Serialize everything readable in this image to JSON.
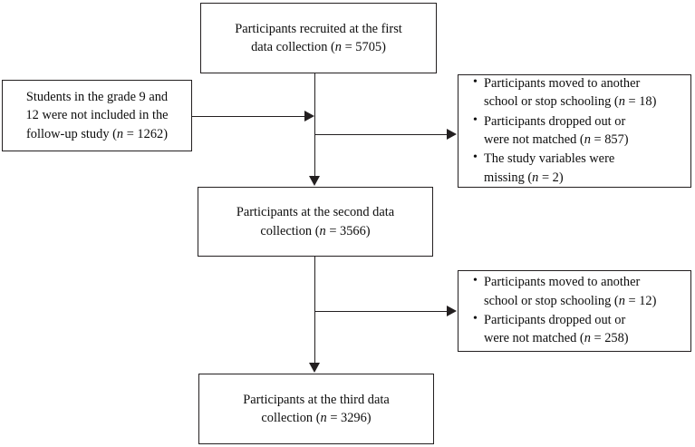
{
  "diagram": {
    "type": "participant-flow-chart",
    "background_color": "#ffffff",
    "line_color": "#231f20",
    "nodes": {
      "recruited": {
        "id": "recruited",
        "text": "Participants recruited at the first\ndata collection (n = 5705)",
        "line1": "Participants recruited at the first",
        "line2_pre": "data collection (",
        "line2_n": "n",
        "line2_post": " = 5705)"
      },
      "excluded_grade": {
        "id": "excluded-grade",
        "text": "Students in the grade 9 and\n12 were not included in the\nfollow-up study (n = 1262)",
        "line1": "Students in the grade 9 and",
        "line2": "12 were not included in the",
        "line3_pre": "follow-up study (",
        "line3_n": "n",
        "line3_post": " = 1262)"
      },
      "losses_first": {
        "id": "losses-first",
        "items": [
          {
            "text_pre": "Participants moved to another\nschool or stop schooling (",
            "n": "n",
            "text_post": " = 18)"
          },
          {
            "text_pre": "Participants dropped out or\nwere not matched (",
            "n": "n",
            "text_post": " = 857)"
          },
          {
            "text_pre": "The study variables were\nmissing (",
            "n": "n",
            "text_post": " = 2)"
          }
        ]
      },
      "second_collection": {
        "id": "second-collection",
        "text": "Participants at the second data\ncollection (n = 3566)",
        "line1": "Participants at the second data",
        "line2_pre": "collection (",
        "line2_n": "n",
        "line2_post": " = 3566)"
      },
      "losses_second": {
        "id": "losses-second",
        "items": [
          {
            "text_pre": "Participants moved to another\nschool or stop schooling (",
            "n": "n",
            "text_post": " = 12)"
          },
          {
            "text_pre": "Participants dropped out or\nwere not matched (",
            "n": "n",
            "text_post": " = 258)"
          }
        ]
      },
      "third_collection": {
        "id": "third-collection",
        "text": "Participants at the third data\ncollection (n = 3296)",
        "line1": "Participants at the third data",
        "line2_pre": "collection (",
        "line2_n": "n",
        "line2_post": " = 3296)"
      }
    },
    "counts": {
      "recruited_n": 5705,
      "excluded_grade_n": 1262,
      "moved_or_stopped_first_n": 18,
      "dropped_or_unmatched_first_n": 857,
      "missing_variables_n": 2,
      "second_collection_n": 3566,
      "moved_or_stopped_second_n": 12,
      "dropped_or_unmatched_second_n": 258,
      "third_collection_n": 3296
    }
  }
}
